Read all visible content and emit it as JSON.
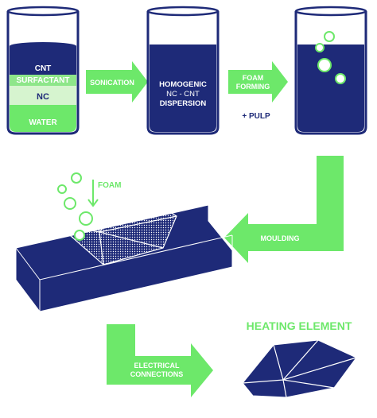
{
  "colors": {
    "navy": "#1e2a78",
    "green": "#6de86a",
    "light_green": "#c7f2c0",
    "white": "#ffffff"
  },
  "beaker1": {
    "layers": [
      "CNT",
      "SURFACTANT",
      "NC",
      "WATER"
    ]
  },
  "arrow_sonication": "SONICATION",
  "beaker2": {
    "lines": [
      "HOMOGENIC",
      "NC - CNT",
      "DISPERSION"
    ]
  },
  "arrow_foam_forming": [
    "FOAM",
    "FORMING"
  ],
  "plus_pulp": "+ PULP",
  "foam_label": "FOAM",
  "arrow_moulding": "MOULDING",
  "arrow_electrical": [
    "ELECTRICAL",
    "CONNECTIONS"
  ],
  "heating_element_title": "HEATING ELEMENT"
}
